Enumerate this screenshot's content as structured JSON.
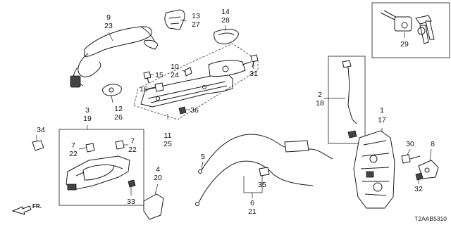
{
  "diagram_code": "T2AAB5310",
  "front_arrow_label": "FR.",
  "callouts": {
    "c9_23": [
      "9",
      "23"
    ],
    "c13_27": [
      "13",
      "27"
    ],
    "c14_28": [
      "14",
      "28"
    ],
    "c29": [
      "29"
    ],
    "c10_24": [
      "10",
      "24"
    ],
    "c15": [
      "15"
    ],
    "c16": [
      "16"
    ],
    "c31": [
      "31"
    ],
    "c12_26": [
      "12",
      "26"
    ],
    "c36": [
      "36"
    ],
    "c2_18": [
      "2",
      "18"
    ],
    "c1_17": [
      "1",
      "17"
    ],
    "c3_19": [
      "3",
      "19"
    ],
    "c34": [
      "34"
    ],
    "c7_22_left": [
      "7",
      "22"
    ],
    "c7_22_right": [
      "7",
      "22"
    ],
    "c11_25": [
      "11",
      "25"
    ],
    "c5": [
      "5"
    ],
    "c4_20": [
      "4",
      "20"
    ],
    "c33": [
      "33"
    ],
    "c35": [
      "35"
    ],
    "c6_21": [
      "6",
      "21"
    ],
    "c30": [
      "30"
    ],
    "c8": [
      "8"
    ],
    "c32": [
      "32"
    ]
  }
}
